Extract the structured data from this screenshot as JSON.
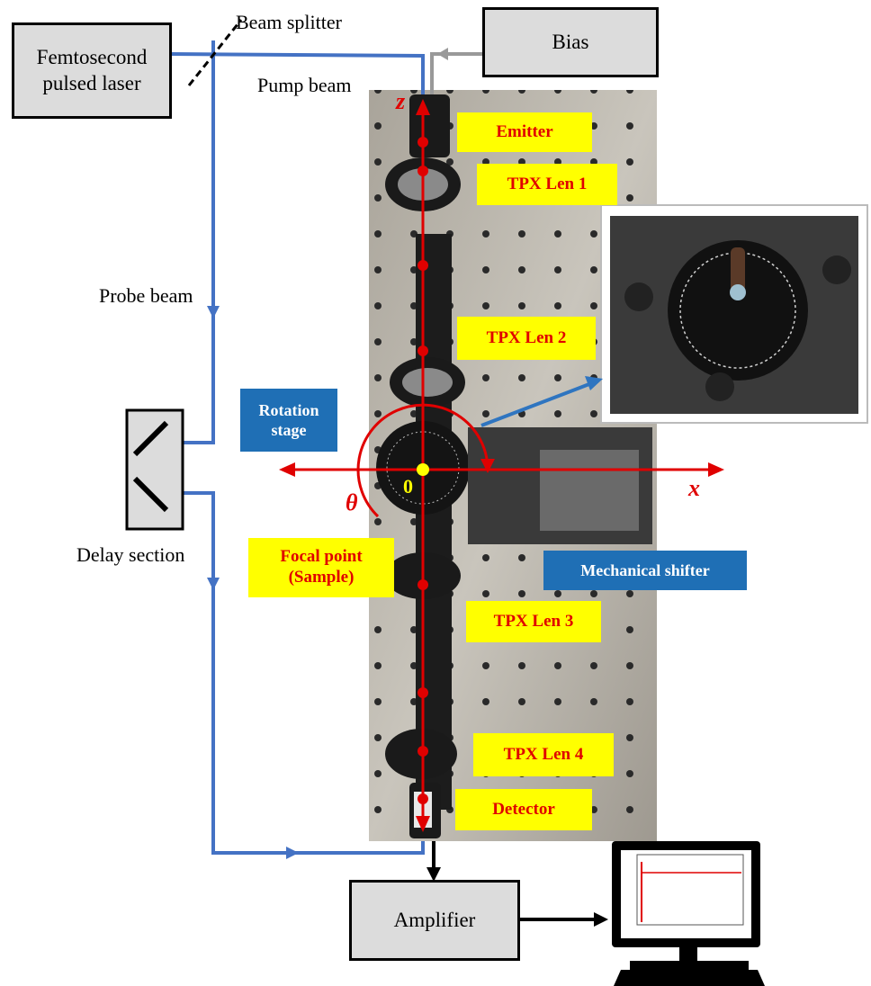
{
  "labels": {
    "laser": "Femtosecond pulsed laser",
    "beam_splitter": "Beam splitter",
    "bias": "Bias",
    "pump_beam": "Pump beam",
    "probe_beam": "Probe beam",
    "delay_section": "Delay section",
    "amplifier": "Amplifier"
  },
  "components": {
    "emitter": "Emitter",
    "len1": "TPX Len 1",
    "len2": "TPX Len 2",
    "len3": "TPX Len 3",
    "len4": "TPX Len 4",
    "detector": "Detector",
    "focal_point": "Focal point (Sample)",
    "rotation_stage": "Rotation stage",
    "mechanical_shifter": "Mechanical shifter"
  },
  "axes": {
    "z": "z",
    "x": "x",
    "theta": "θ",
    "origin": "0"
  },
  "colors": {
    "beam": "#4472c4",
    "axis": "#e00000",
    "label_bg": "#ffff00",
    "stage_label_bg": "#1f6fb5",
    "box_fill": "#dcdcdc"
  }
}
